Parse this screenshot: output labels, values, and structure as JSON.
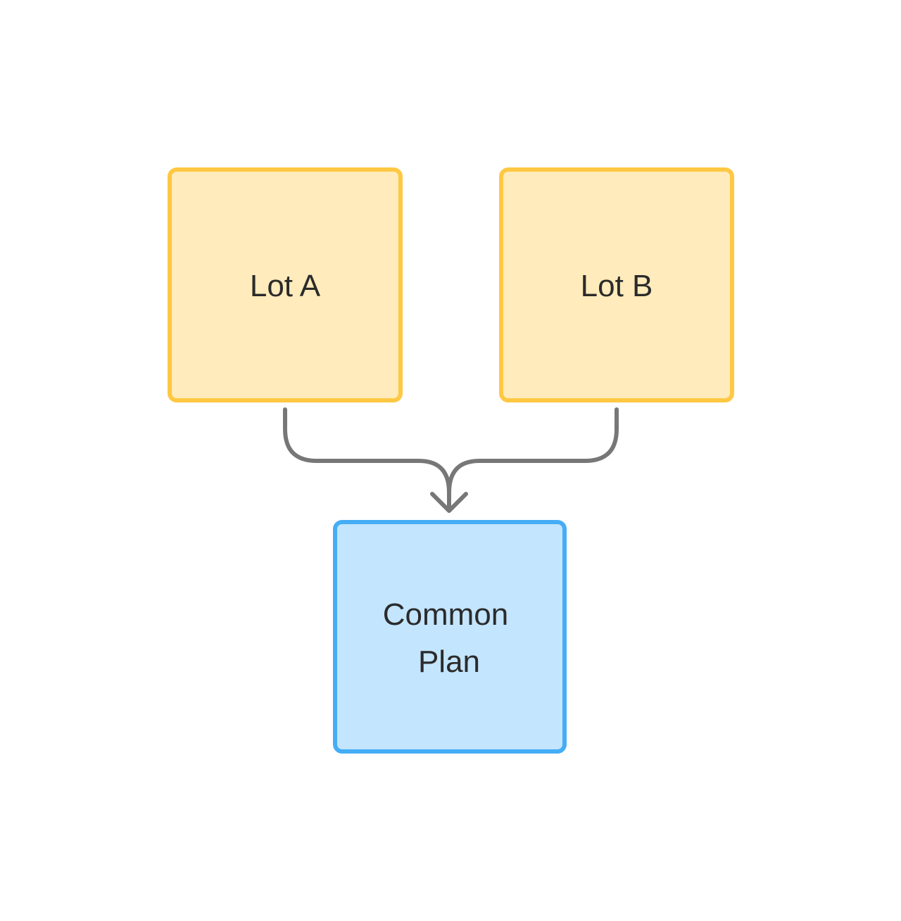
{
  "diagram": {
    "nodes": {
      "lot_a": {
        "label": "Lot A"
      },
      "lot_b": {
        "label": "Lot B"
      },
      "common_plan": {
        "label_line1": "Common",
        "label_line2": "Plan"
      }
    },
    "colors": {
      "lot_fill": "#FFEBBB",
      "lot_stroke": "#FFC843",
      "plan_fill": "#C3E5FE",
      "plan_stroke": "#45ADF5",
      "connector": "#777777",
      "text": "#2b2b2b"
    }
  }
}
